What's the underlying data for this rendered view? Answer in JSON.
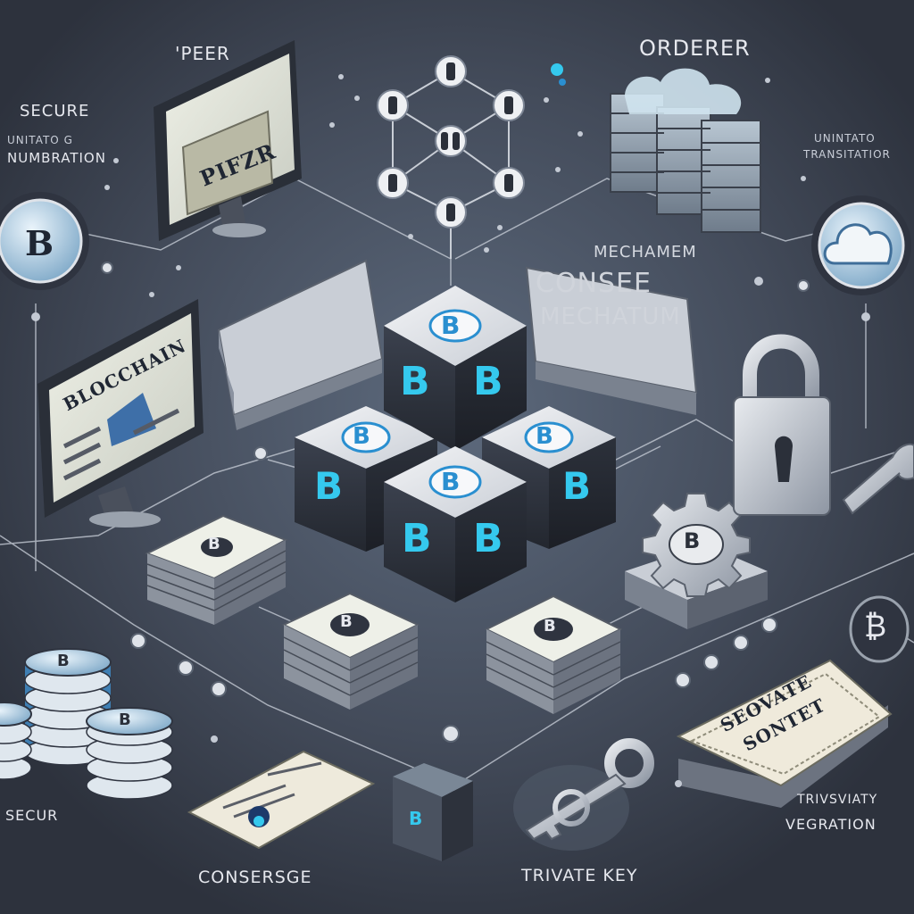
{
  "labels": {
    "peer": "'PEER",
    "orderer": "ORDERER",
    "secure_top": "SECURE",
    "secure_sub_1": "UNITATO G",
    "secure_sub_2": "NUMBRATION",
    "right_sub_1": "UNINTATO",
    "right_sub_2": "TRANSITATIOR",
    "mechanism": "MECHAMEM",
    "consensus_1": "CONSEE",
    "consensus_2": "MECHATUM",
    "monitor_peer": "PIFZR",
    "blockchain": "BLOCCHAIN",
    "secure_bottom": "SECUR",
    "consensus_bottom": "CONSERSGE",
    "private_key": "TRIVATE KEY",
    "private_card_1": "SEOVATE",
    "private_card_2": "SONTET",
    "right_bottom_1": "TRIVSVIATY",
    "right_bottom_2": "VEGRATION"
  },
  "block_letter": "B",
  "icons": {
    "token_letter": "B",
    "bitcoin_letter": "₿",
    "cloud": "cloud-icon",
    "padlock": "padlock-icon",
    "key": "key-icon",
    "gear": "gear-icon",
    "wrench": "wrench-icon"
  },
  "colors": {
    "background": "#3a4150",
    "block_face": "#e9ebee",
    "block_side": "#2f3440",
    "accent_cyan": "#35c9ee",
    "accent_blue": "#2a8fd0",
    "token_blue": "#5aa6d6",
    "text_light": "#e6e8ee",
    "line": "#c3c9d3"
  }
}
